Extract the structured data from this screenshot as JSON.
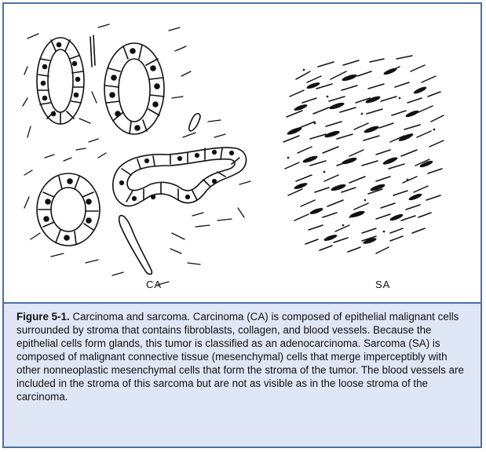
{
  "figure": {
    "panels": [
      {
        "id": "ca",
        "label": "CA"
      },
      {
        "id": "sa",
        "label": "SA"
      }
    ]
  },
  "caption": {
    "figure_number": "Figure 5-1.",
    "text": " Carcinoma and sarcoma. Carcinoma (CA) is composed of epithelial malignant cells surrounded by stroma that contains fibroblasts, collagen, and blood vessels. Because the epithelial cells form glands, this tumor is classified as an adenocarcinoma. Sarcoma (SA) is composed of malignant connective tissue (mesenchymal) cells that merge imperceptibly with other nonneoplastic mesenchymal cells that form the stroma of the tumor. The blood vessels are included in the stroma of this sarcoma but are not as visible as in the loose stroma of the carcinoma."
  },
  "colors": {
    "border": "#4a6fa5",
    "caption_background": "#dfe6f5",
    "ink": "#111111"
  }
}
